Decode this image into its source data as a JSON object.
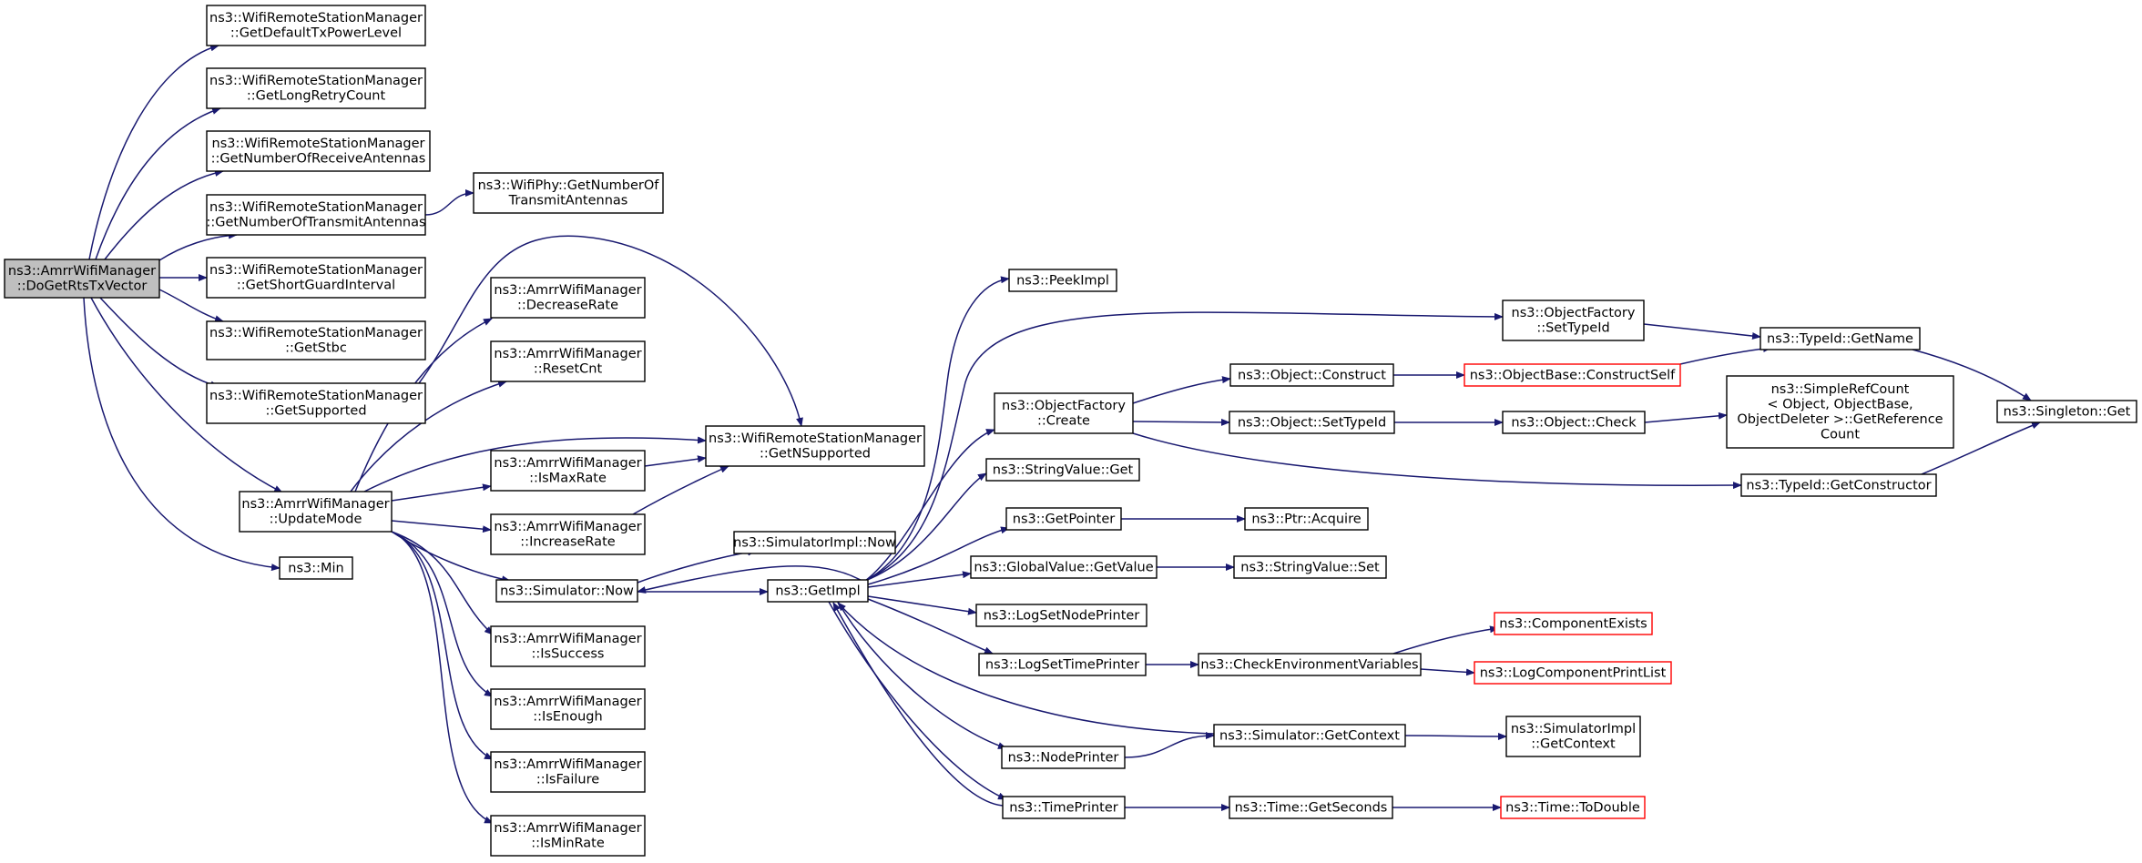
{
  "colors": {
    "edge": "#191970",
    "root_fill": "#bfbfbf",
    "external_border": "#ff0000",
    "border": "#000000"
  },
  "nodes": [
    {
      "id": "root",
      "lines": [
        "ns3::AmrrWifiManager",
        "::DoGetRtsTxVector"
      ],
      "root": true
    },
    {
      "id": "getDefaultTxPowerLevel",
      "lines": [
        "ns3::WifiRemoteStationManager",
        "::GetDefaultTxPowerLevel"
      ]
    },
    {
      "id": "getLongRetryCount",
      "lines": [
        "ns3::WifiRemoteStationManager",
        "::GetLongRetryCount"
      ]
    },
    {
      "id": "getNumberOfReceiveAntennas",
      "lines": [
        "ns3::WifiRemoteStationManager",
        "::GetNumberOfReceiveAntennas"
      ]
    },
    {
      "id": "getNumberOfTransmitAntennas",
      "lines": [
        "ns3::WifiRemoteStationManager",
        "::GetNumberOfTransmitAntennas"
      ]
    },
    {
      "id": "getShortGuardInterval",
      "lines": [
        "ns3::WifiRemoteStationManager",
        "::GetShortGuardInterval"
      ]
    },
    {
      "id": "getStbc",
      "lines": [
        "ns3::WifiRemoteStationManager",
        "::GetStbc"
      ]
    },
    {
      "id": "getSupported",
      "lines": [
        "ns3::WifiRemoteStationManager",
        "::GetSupported"
      ]
    },
    {
      "id": "updateMode",
      "lines": [
        "ns3::AmrrWifiManager",
        "::UpdateMode"
      ]
    },
    {
      "id": "min",
      "lines": [
        "ns3::Min"
      ]
    },
    {
      "id": "wifiPhyAntennas",
      "lines": [
        "ns3::WifiPhy::GetNumberOf",
        "TransmitAntennas"
      ]
    },
    {
      "id": "decreaseRate",
      "lines": [
        "ns3::AmrrWifiManager",
        "::DecreaseRate"
      ]
    },
    {
      "id": "resetCnt",
      "lines": [
        "ns3::AmrrWifiManager",
        "::ResetCnt"
      ]
    },
    {
      "id": "isMaxRate",
      "lines": [
        "ns3::AmrrWifiManager",
        "::IsMaxRate"
      ]
    },
    {
      "id": "increaseRate",
      "lines": [
        "ns3::AmrrWifiManager",
        "::IncreaseRate"
      ]
    },
    {
      "id": "simulatorNow",
      "lines": [
        "ns3::Simulator::Now"
      ]
    },
    {
      "id": "isSuccess",
      "lines": [
        "ns3::AmrrWifiManager",
        "::IsSuccess"
      ]
    },
    {
      "id": "isEnough",
      "lines": [
        "ns3::AmrrWifiManager",
        "::IsEnough"
      ]
    },
    {
      "id": "isFailure",
      "lines": [
        "ns3::AmrrWifiManager",
        "::IsFailure"
      ]
    },
    {
      "id": "isMinRate",
      "lines": [
        "ns3::AmrrWifiManager",
        "::IsMinRate"
      ]
    },
    {
      "id": "getNSupported",
      "lines": [
        "ns3::WifiRemoteStationManager",
        "::GetNSupported"
      ]
    },
    {
      "id": "simImplNow",
      "lines": [
        "ns3::SimulatorImpl::Now"
      ]
    },
    {
      "id": "getImpl",
      "lines": [
        "ns3::GetImpl"
      ]
    },
    {
      "id": "peekImpl",
      "lines": [
        "ns3::PeekImpl"
      ]
    },
    {
      "id": "objectFactoryCreate",
      "lines": [
        "ns3::ObjectFactory",
        "::Create"
      ]
    },
    {
      "id": "stringValueGet",
      "lines": [
        "ns3::StringValue::Get"
      ]
    },
    {
      "id": "getPointer",
      "lines": [
        "ns3::GetPointer"
      ]
    },
    {
      "id": "globalValueGetValue",
      "lines": [
        "ns3::GlobalValue::GetValue"
      ]
    },
    {
      "id": "logSetNodePrinter",
      "lines": [
        "ns3::LogSetNodePrinter"
      ]
    },
    {
      "id": "logSetTimePrinter",
      "lines": [
        "ns3::LogSetTimePrinter"
      ]
    },
    {
      "id": "nodePrinter",
      "lines": [
        "ns3::NodePrinter"
      ]
    },
    {
      "id": "timePrinter",
      "lines": [
        "ns3::TimePrinter"
      ]
    },
    {
      "id": "objectConstruct",
      "lines": [
        "ns3::Object::Construct"
      ]
    },
    {
      "id": "objectSetTypeId",
      "lines": [
        "ns3::Object::SetTypeId"
      ]
    },
    {
      "id": "ptrAcquire",
      "lines": [
        "ns3::Ptr::Acquire"
      ]
    },
    {
      "id": "stringValueSet",
      "lines": [
        "ns3::StringValue::Set"
      ]
    },
    {
      "id": "checkEnvVars",
      "lines": [
        "ns3::CheckEnvironmentVariables"
      ]
    },
    {
      "id": "simGetContext",
      "lines": [
        "ns3::Simulator::GetContext"
      ]
    },
    {
      "id": "timeGetSeconds",
      "lines": [
        "ns3::Time::GetSeconds"
      ]
    },
    {
      "id": "objectFactorySetTypeId",
      "lines": [
        "ns3::ObjectFactory",
        "::SetTypeId"
      ]
    },
    {
      "id": "objectBaseConstructSelf",
      "lines": [
        "ns3::ObjectBase::ConstructSelf"
      ],
      "external": true
    },
    {
      "id": "objectCheck",
      "lines": [
        "ns3::Object::Check"
      ]
    },
    {
      "id": "componentExists",
      "lines": [
        "ns3::ComponentExists"
      ],
      "external": true
    },
    {
      "id": "logComponentPrintList",
      "lines": [
        "ns3::LogComponentPrintList"
      ],
      "external": true
    },
    {
      "id": "simImplGetContext",
      "lines": [
        "ns3::SimulatorImpl",
        "::GetContext"
      ]
    },
    {
      "id": "timeToDouble",
      "lines": [
        "ns3::Time::ToDouble"
      ],
      "external": true
    },
    {
      "id": "typeIdGetName",
      "lines": [
        "ns3::TypeId::GetName"
      ]
    },
    {
      "id": "simpleRefCount",
      "lines": [
        "ns3::SimpleRefCount",
        "< Object, ObjectBase,",
        "ObjectDeleter >::GetReference",
        "Count"
      ]
    },
    {
      "id": "typeIdGetConstructor",
      "lines": [
        "ns3::TypeId::GetConstructor"
      ]
    },
    {
      "id": "singletonGet",
      "lines": [
        "ns3::Singleton::Get"
      ]
    }
  ],
  "edges": [
    [
      "root",
      "getDefaultTxPowerLevel"
    ],
    [
      "root",
      "getLongRetryCount"
    ],
    [
      "root",
      "getNumberOfReceiveAntennas"
    ],
    [
      "root",
      "getNumberOfTransmitAntennas"
    ],
    [
      "root",
      "getShortGuardInterval"
    ],
    [
      "root",
      "getStbc"
    ],
    [
      "root",
      "getSupported"
    ],
    [
      "root",
      "updateMode"
    ],
    [
      "root",
      "min"
    ],
    [
      "getNumberOfTransmitAntennas",
      "wifiPhyAntennas"
    ],
    [
      "getSupported",
      "getNSupported"
    ],
    [
      "updateMode",
      "decreaseRate"
    ],
    [
      "updateMode",
      "resetCnt"
    ],
    [
      "updateMode",
      "getNSupported"
    ],
    [
      "updateMode",
      "isMaxRate"
    ],
    [
      "updateMode",
      "increaseRate"
    ],
    [
      "updateMode",
      "simulatorNow"
    ],
    [
      "updateMode",
      "isSuccess"
    ],
    [
      "updateMode",
      "isEnough"
    ],
    [
      "updateMode",
      "isFailure"
    ],
    [
      "updateMode",
      "isMinRate"
    ],
    [
      "isMaxRate",
      "getNSupported"
    ],
    [
      "increaseRate",
      "getNSupported"
    ],
    [
      "simulatorNow",
      "simImplNow"
    ],
    [
      "simulatorNow",
      "getImpl"
    ],
    [
      "getImpl",
      "peekImpl"
    ],
    [
      "getImpl",
      "objectFactorySetTypeId"
    ],
    [
      "getImpl",
      "objectFactoryCreate"
    ],
    [
      "getImpl",
      "stringValueGet"
    ],
    [
      "getImpl",
      "getPointer"
    ],
    [
      "getImpl",
      "globalValueGetValue"
    ],
    [
      "getImpl",
      "logSetNodePrinter"
    ],
    [
      "getImpl",
      "logSetTimePrinter"
    ],
    [
      "getImpl",
      "nodePrinter"
    ],
    [
      "getImpl",
      "timePrinter"
    ],
    [
      "getImpl",
      "simulatorNow"
    ],
    [
      "objectFactoryCreate",
      "objectConstruct"
    ],
    [
      "objectFactoryCreate",
      "objectSetTypeId"
    ],
    [
      "objectFactoryCreate",
      "typeIdGetConstructor"
    ],
    [
      "getPointer",
      "ptrAcquire"
    ],
    [
      "globalValueGetValue",
      "stringValueSet"
    ],
    [
      "logSetTimePrinter",
      "checkEnvVars"
    ],
    [
      "nodePrinter",
      "simGetContext"
    ],
    [
      "simGetContext",
      "getImpl"
    ],
    [
      "timePrinter",
      "timeGetSeconds"
    ],
    [
      "timePrinter",
      "getImpl"
    ],
    [
      "objectConstruct",
      "objectBaseConstructSelf"
    ],
    [
      "objectSetTypeId",
      "objectCheck"
    ],
    [
      "checkEnvVars",
      "componentExists"
    ],
    [
      "checkEnvVars",
      "logComponentPrintList"
    ],
    [
      "simGetContext",
      "simImplGetContext"
    ],
    [
      "timeGetSeconds",
      "timeToDouble"
    ],
    [
      "objectFactorySetTypeId",
      "typeIdGetName"
    ],
    [
      "objectBaseConstructSelf",
      "typeIdGetName"
    ],
    [
      "objectCheck",
      "simpleRefCount"
    ],
    [
      "typeIdGetName",
      "singletonGet"
    ],
    [
      "typeIdGetConstructor",
      "singletonGet"
    ]
  ]
}
